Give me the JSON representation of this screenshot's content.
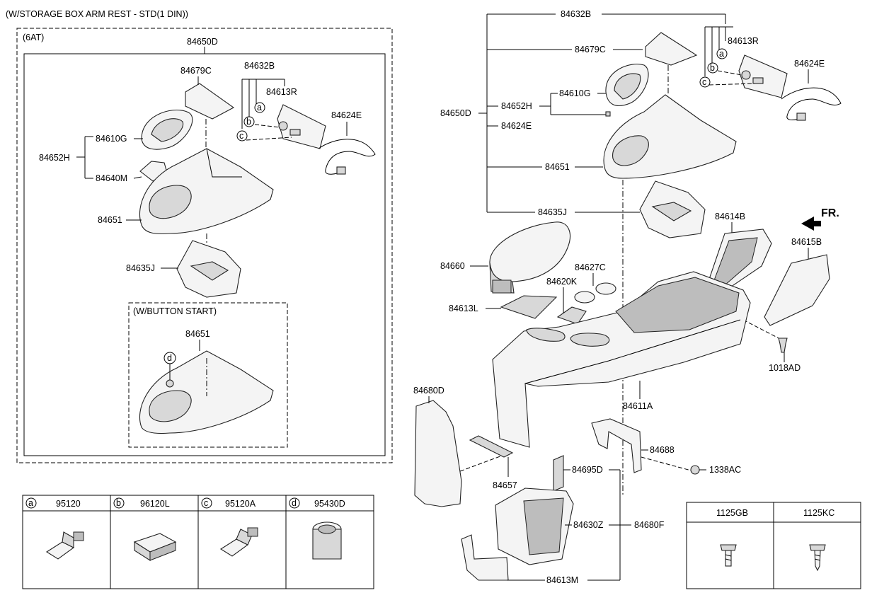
{
  "header": {
    "title": "(W/STORAGE BOX ARM REST - STD(1 DIN))",
    "variant_6at": "(6AT)",
    "variant_button_start": "(W/BUTTON START)",
    "front_marker": "FR."
  },
  "left_callouts": {
    "p84650D": "84650D",
    "p84679C": "84679C",
    "p84632B": "84632B",
    "p84613R": "84613R",
    "p84624E": "84624E",
    "p84610G": "84610G",
    "p84652H": "84652H",
    "p84640M": "84640M",
    "p84651": "84651",
    "p84635J": "84635J",
    "p84651_bs": "84651",
    "a": "a",
    "b": "b",
    "c": "c",
    "d": "d"
  },
  "right_callouts": {
    "p84632B": "84632B",
    "p84613R": "84613R",
    "p84679C": "84679C",
    "p84624E_top": "84624E",
    "p84652H": "84652H",
    "p84610G": "84610G",
    "p84650D": "84650D",
    "p84624E": "84624E",
    "p84651": "84651",
    "p84635J": "84635J",
    "p84614B": "84614B",
    "p84615B": "84615B",
    "p84660": "84660",
    "p84627C": "84627C",
    "p84620K": "84620K",
    "p84613L": "84613L",
    "p1018AD": "1018AD",
    "p84611A": "84611A",
    "p84680D": "84680D",
    "p84688": "84688",
    "p84657": "84657",
    "p84695D": "84695D",
    "p1338AC": "1338AC",
    "p84630Z": "84630Z",
    "p84680F": "84680F",
    "p84613M": "84613M",
    "a": "a",
    "b": "b",
    "c": "c"
  },
  "legend_table": [
    {
      "key": "a",
      "part": "95120"
    },
    {
      "key": "b",
      "part": "96120L"
    },
    {
      "key": "c",
      "part": "95120A"
    },
    {
      "key": "d",
      "part": "95430D"
    }
  ],
  "bolt_table": [
    {
      "part": "1125GB"
    },
    {
      "part": "1125KC"
    }
  ]
}
